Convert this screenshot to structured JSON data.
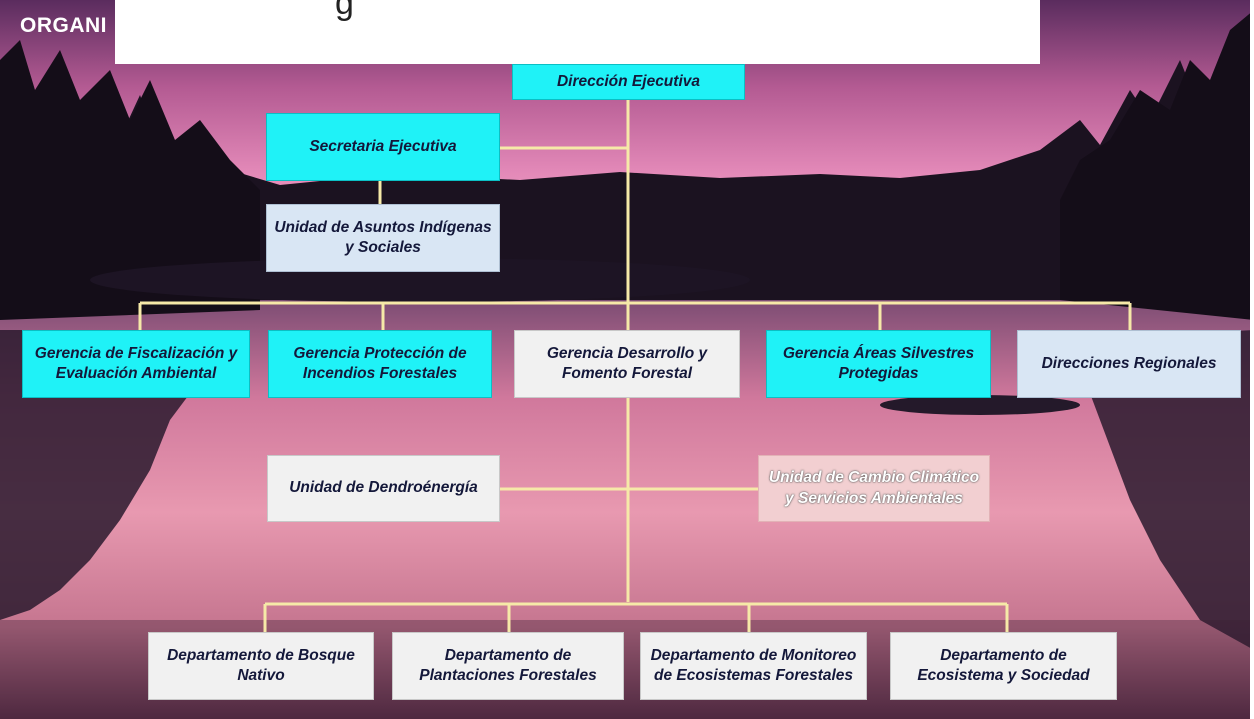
{
  "header": {
    "title": "ORGANI",
    "banner_glyph": "g"
  },
  "colors": {
    "connector": "#f6e9a8",
    "cyan_box": "#1ff2f7",
    "light_blue_box": "#d9e6f4",
    "gray_box": "#f1f1f1",
    "pink_box": "#f2cfd1"
  },
  "org_chart": {
    "direccion_ejecutiva": "Dirección Ejecutiva",
    "secretaria_ejecutiva": "Secretaria Ejecutiva",
    "unidad_asuntos_indigenas": "Unidad de Asuntos Indígenas y Sociales",
    "gerencias": {
      "fiscalizacion": "Gerencia de Fiscalización y Evaluación Ambiental",
      "incendios": "Gerencia Protección de Incendios Forestales",
      "desarrollo": "Gerencia Desarrollo y Fomento Forestal",
      "areas_silvestres": "Gerencia Áreas Silvestres Protegidas",
      "direcciones_regionales": "Direcciones Regionales"
    },
    "unidad_dendroenergia": "Unidad de Dendroénergía",
    "unidad_cambio_climatico": "Unidad de Cambio Climático y Servicios Ambientales",
    "departamentos": {
      "bosque_nativo": "Departamento de Bosque Nativo",
      "plantaciones": "Departamento de Plantaciones Forestales",
      "monitoreo": "Departamento de Monitoreo de Ecosistemas Forestales",
      "ecosistema_sociedad": "Departamento de Ecosistema y Sociedad"
    }
  }
}
